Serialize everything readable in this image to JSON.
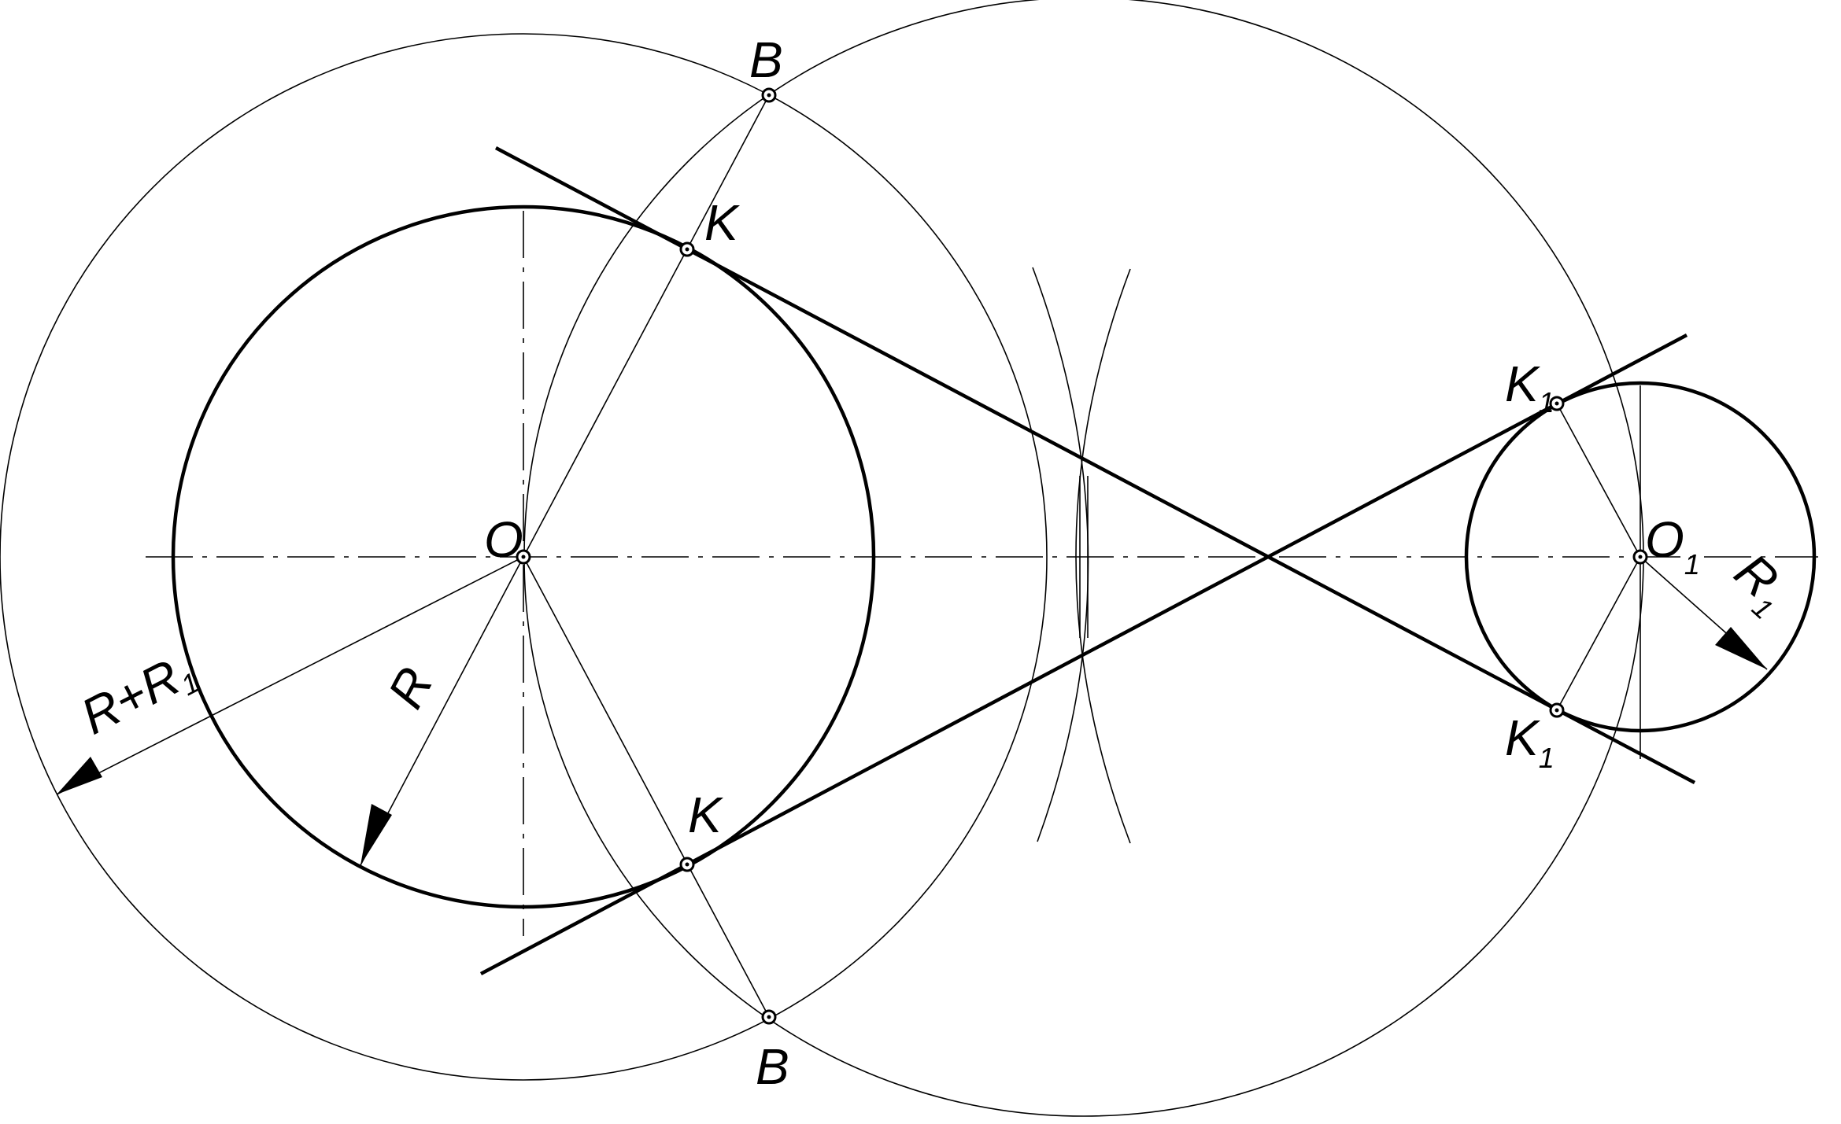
{
  "labels": {
    "b_top": "B",
    "b_bottom": "B",
    "k_top": "K",
    "k_bottom": "K",
    "o": "O",
    "o1": "O",
    "o1_sub": "1",
    "k1_top": "K",
    "k1_top_sub": "1",
    "k1_bottom": "K",
    "k1_bottom_sub": "1",
    "r": "R",
    "r1": "R",
    "r1_sub": "1",
    "r_plus_r1": "R+R",
    "r_plus_r1_sub": "1"
  }
}
